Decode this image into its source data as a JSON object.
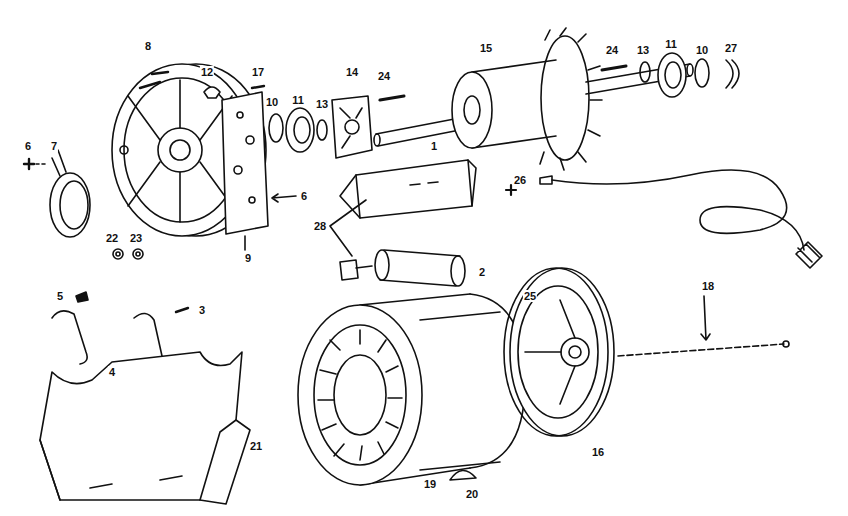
{
  "diagram": {
    "labels": [
      "8",
      "12",
      "17",
      "14",
      "24",
      "15",
      "24",
      "13",
      "11",
      "10",
      "27",
      "6",
      "7",
      "10",
      "11",
      "13",
      "1",
      "26",
      "6",
      "9",
      "22",
      "23",
      "28",
      "2",
      "25",
      "5",
      "3",
      "18",
      "4",
      "16",
      "21",
      "19",
      "20"
    ]
  }
}
